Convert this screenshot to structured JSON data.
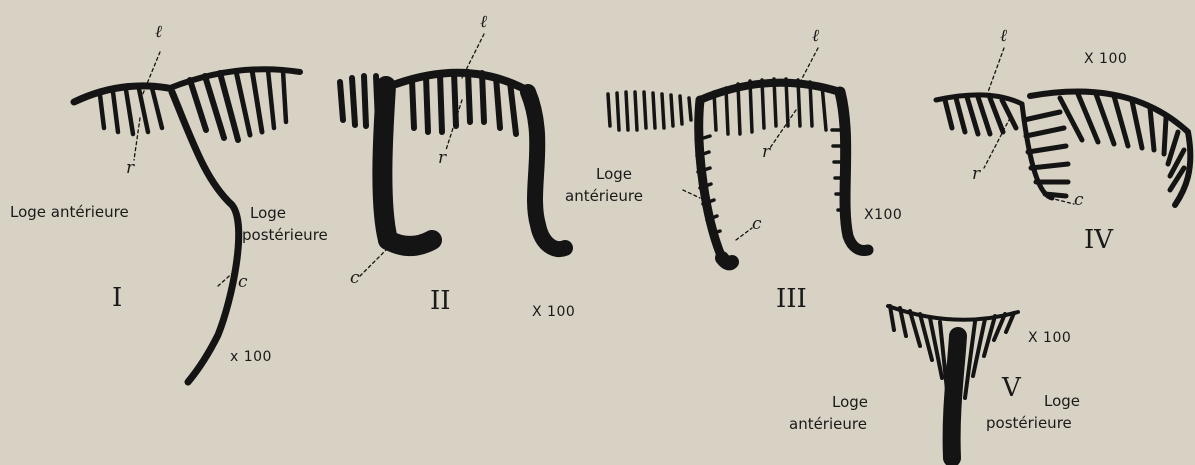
{
  "colors": {
    "paper": "#d7d2c4",
    "ink": "#141414"
  },
  "figures": [
    {
      "numeral": "I",
      "magnification": "x 100",
      "labels": {
        "l": "ℓ",
        "r": "r",
        "c": "c"
      },
      "anterior": "Loge antérieure",
      "posterior": [
        "Loge",
        "postérieure"
      ]
    },
    {
      "numeral": "II",
      "magnification": "X 100",
      "labels": {
        "l": "ℓ",
        "r": "r",
        "c": "c"
      }
    },
    {
      "numeral": "III",
      "magnification": "X100",
      "labels": {
        "l": "ℓ",
        "r": "r",
        "c": "c"
      },
      "anterior": [
        "Loge",
        "antérieure"
      ]
    },
    {
      "numeral": "IV",
      "magnification": "X 100",
      "labels": {
        "l": "ℓ",
        "r": "r",
        "c": "c"
      }
    },
    {
      "numeral": "V",
      "magnification": "X 100",
      "anterior": [
        "Loge",
        "antérieure"
      ],
      "posterior": [
        "Loge",
        "postérieure"
      ]
    }
  ]
}
